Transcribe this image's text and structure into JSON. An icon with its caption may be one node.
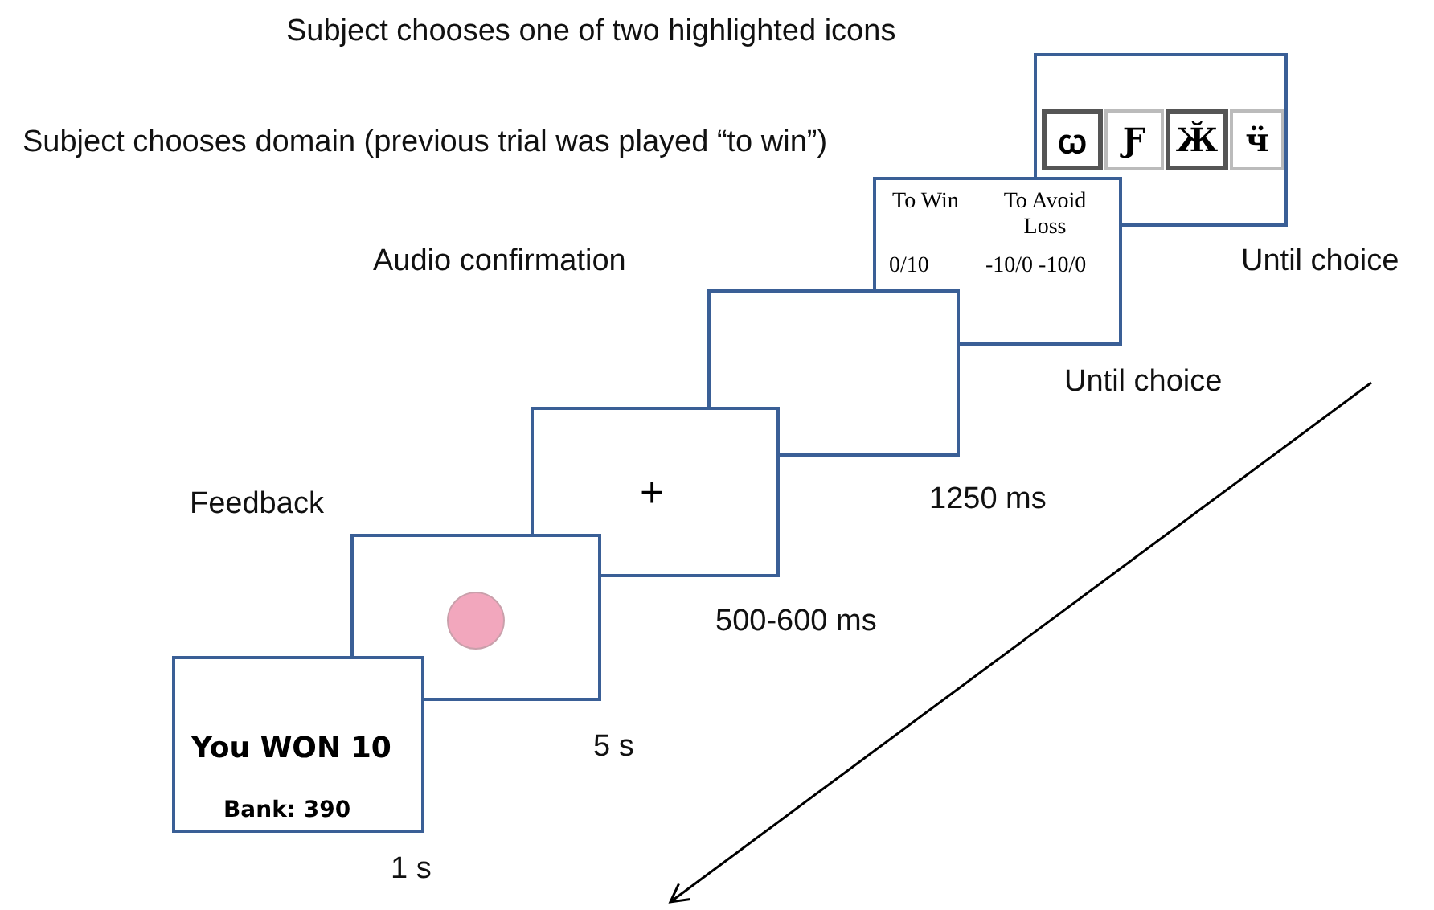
{
  "diagram": {
    "nodes": [
      {
        "text": [],
        "shape": "box",
        "beside": [
          "Until choice"
        ]
      },
      {
        "text": [
          "ꙍ"
        ],
        "in": 0
      },
      {
        "text": [
          "Ƒ"
        ],
        "in": 0
      },
      {
        "text": [
          "Ӂ"
        ],
        "in": 0
      },
      {
        "text": [
          "ӵ"
        ],
        "in": 0
      },
      {
        "text": [
          "To Win",
          "To Avoid Loss",
          "0/10",
          "-10/0 -10/0"
        ],
        "beside": [
          "Subject chooses domain (previous trial was played “to win”)",
          "Until choice"
        ]
      },
      {
        "text": [],
        "shape": "box",
        "beside": [
          "Audio confirmation",
          "1250 ms"
        ]
      },
      {
        "text": [
          "+"
        ],
        "beside": [
          "500-600 ms"
        ]
      },
      {
        "text": [],
        "shape": "box",
        "beside": [
          "Feedback",
          "5 s"
        ]
      },
      {
        "text": [],
        "shape": "circle",
        "in": 8
      },
      {
        "text": [
          "You WON 10",
          "Bank: 390"
        ],
        "beside": [
          "1 s"
        ]
      }
    ],
    "labels": [
      "Subject chooses one of two highlighted icons"
    ]
  }
}
